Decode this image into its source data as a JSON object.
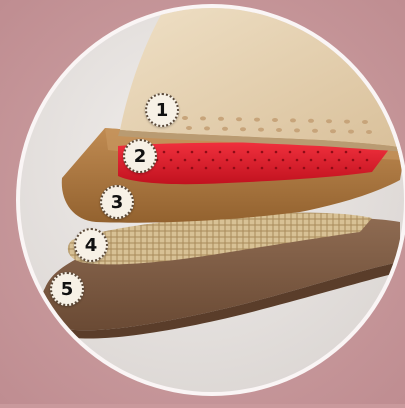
{
  "layers": [
    {
      "number": "1"
    },
    {
      "number": "2"
    },
    {
      "number": "3"
    },
    {
      "number": "4"
    },
    {
      "number": "5"
    }
  ],
  "colors": {
    "background": "#c9999c",
    "circle_bg": "#e9e6e3",
    "leather_top": "#e3cfb1",
    "red_layer": "#e1222f",
    "cork": "#b07a45",
    "mesh": "#cdb489",
    "sole": "#7b5a43"
  }
}
